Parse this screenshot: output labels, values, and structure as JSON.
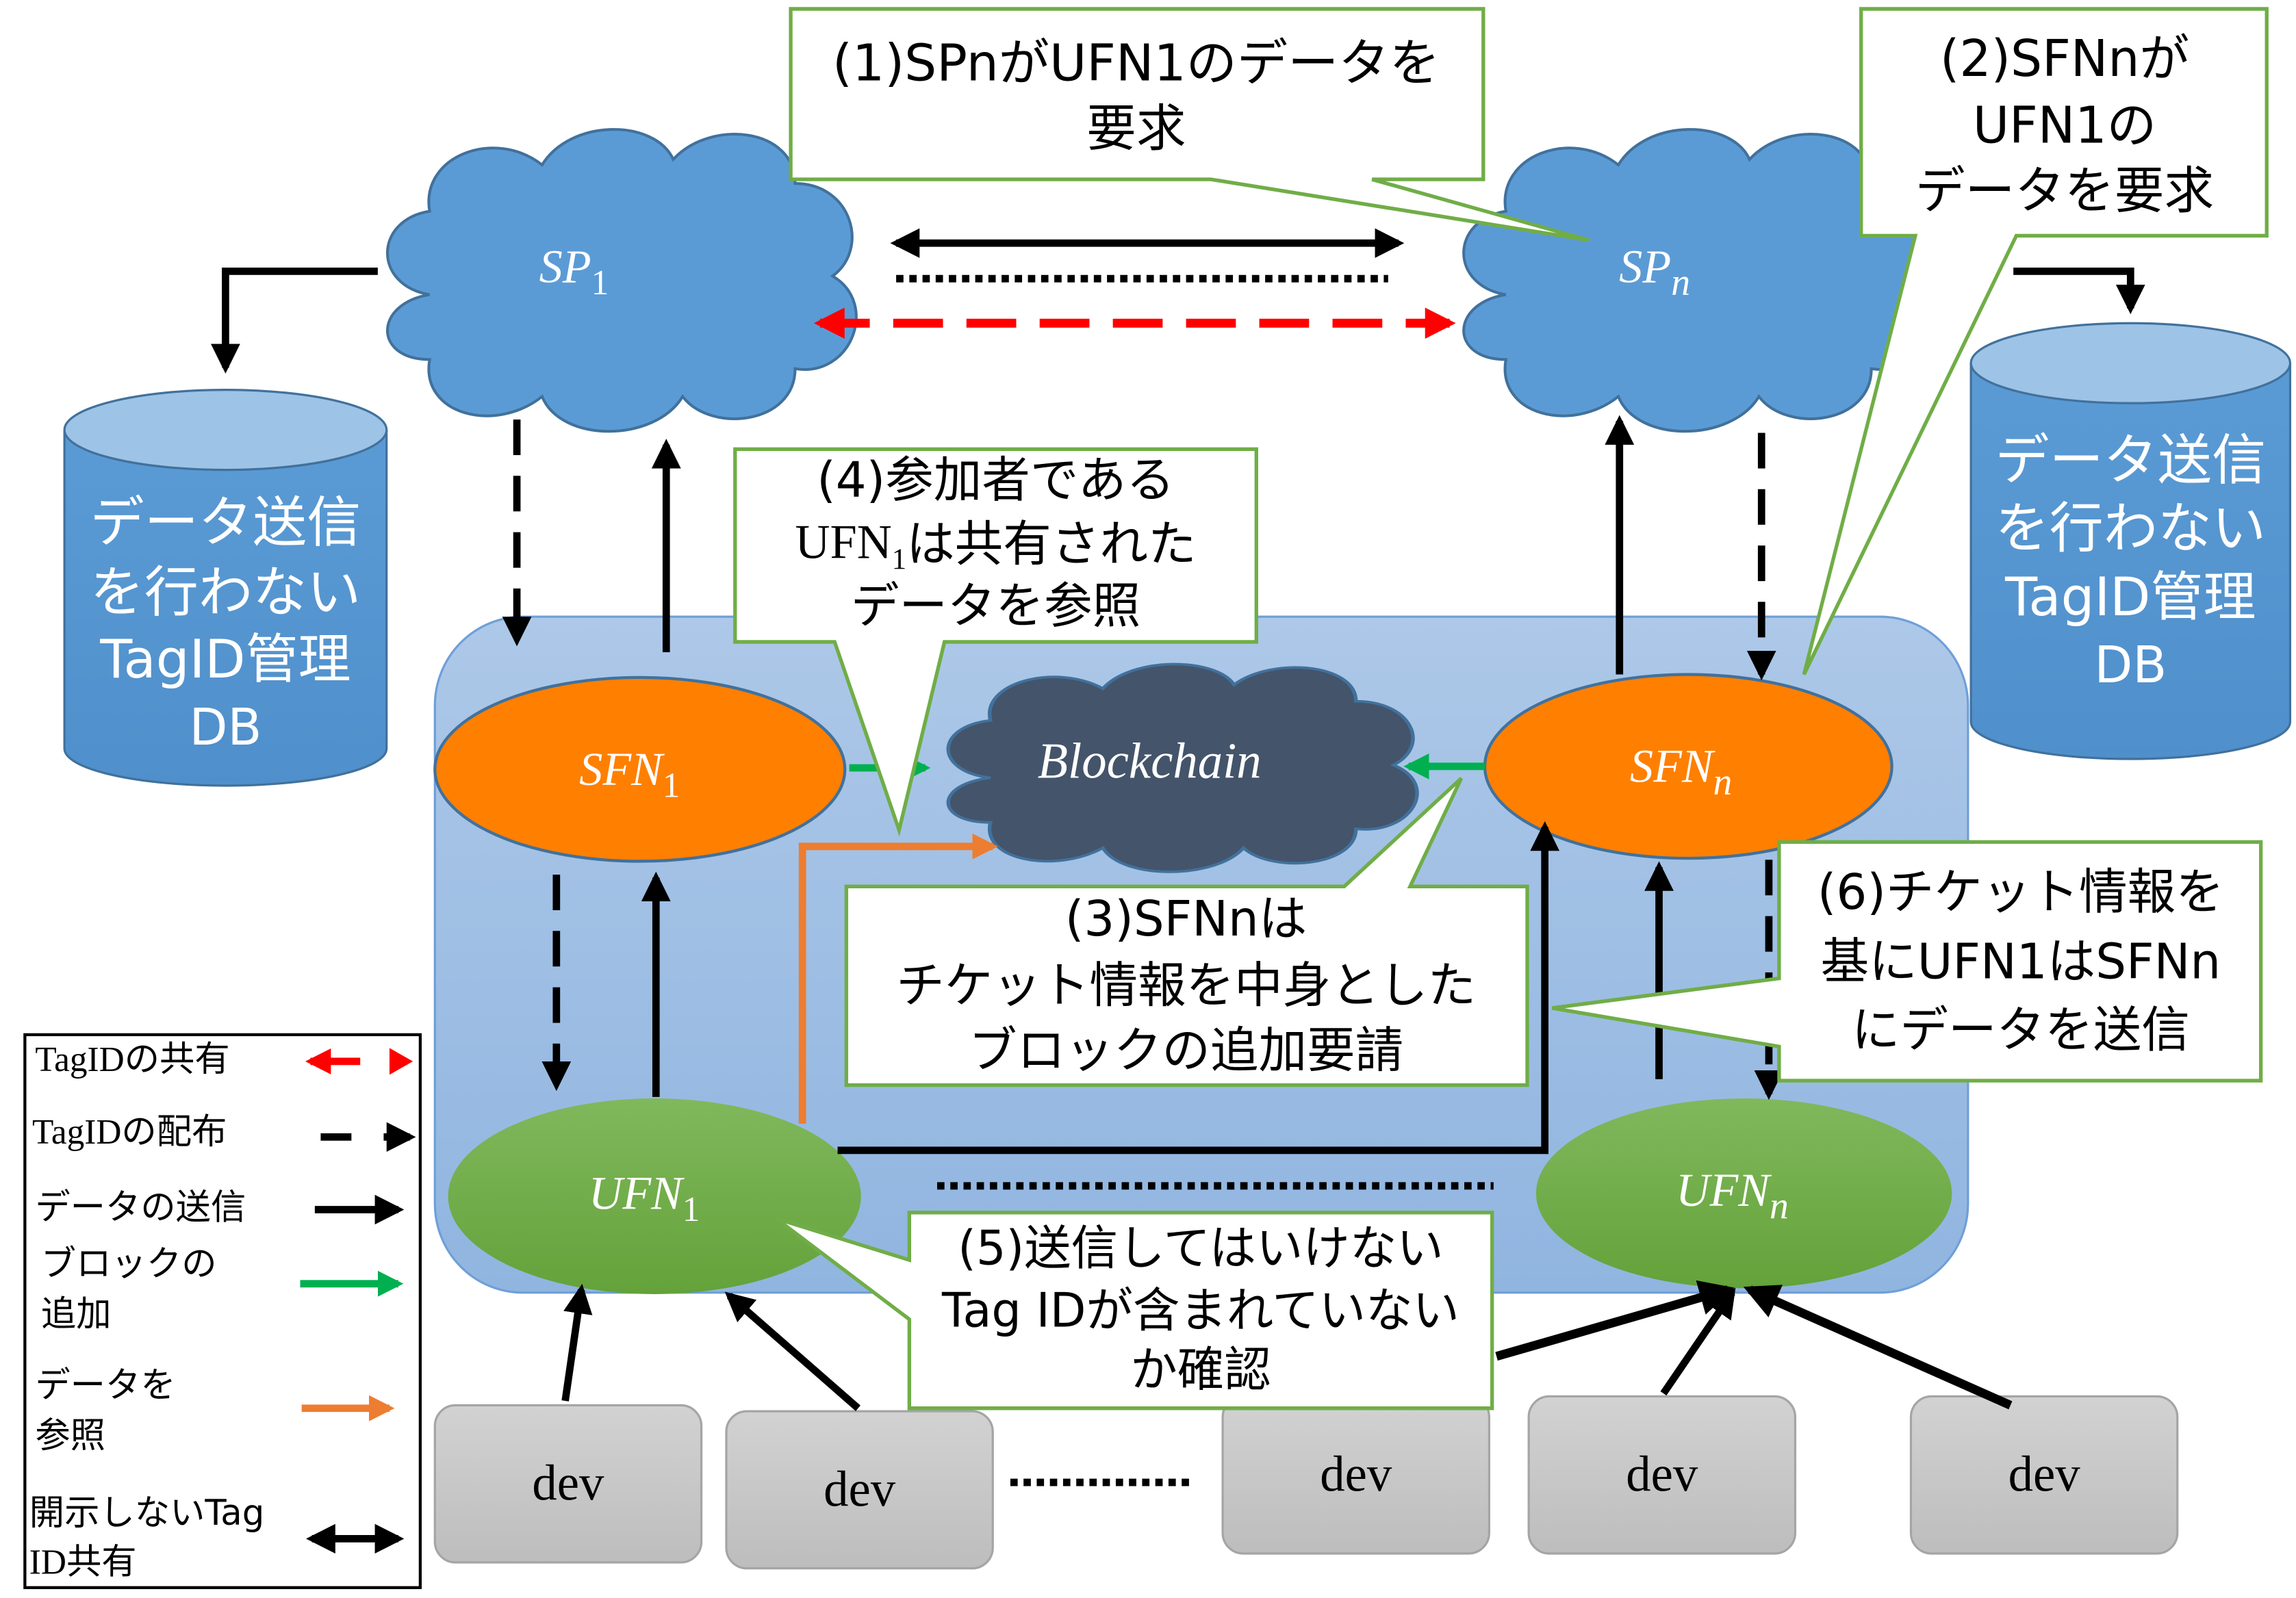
{
  "colors": {
    "cloud_blue": "#5b9bd5",
    "cloud_stroke": "#41719c",
    "blockchain_cloud": "#44546a",
    "domain_bg": "#a3c2e6",
    "sfn_orange": "#ff7f00",
    "ufn_green": "#70ad47",
    "db_blue": "#5b9bd5",
    "callout_border": "#70ad47",
    "dev_gray": "#c8c8c8",
    "red_arrow": "#ff0000",
    "green_arrow": "#00b050",
    "orange_arrow": "#ed7d31"
  },
  "nodes": {
    "sp1": {
      "main": "SP",
      "sub": "1"
    },
    "spn": {
      "main": "SP",
      "sub": "n"
    },
    "sfn1": {
      "main": "SFN",
      "sub": "1"
    },
    "sfnn": {
      "main": "SFN",
      "sub": "n"
    },
    "ufn1": {
      "main": "UFN",
      "sub": "1"
    },
    "ufnn": {
      "main": "UFN",
      "sub": "n"
    },
    "blockchain": "Blockchain"
  },
  "databases": {
    "left": {
      "lines": [
        "データ送信",
        "を行わない",
        "TagID管理",
        "DB"
      ]
    },
    "right": {
      "lines": [
        "データ送信",
        "を行わない",
        "TagID管理",
        "DB"
      ]
    }
  },
  "devices": [
    "dev",
    "dev",
    "dev",
    "dev",
    "dev"
  ],
  "callouts": {
    "c1": {
      "lines": [
        "(1)SPnがUFN1のデータを",
        "要求"
      ]
    },
    "c2": {
      "lines": [
        "(2)SFNnが",
        "UFN1の",
        "データを要求"
      ]
    },
    "c3": {
      "lines": [
        "(3)SFNnは",
        "チケット情報を中身とした",
        "ブロックの追加要請"
      ]
    },
    "c4": {
      "lines": [
        "(4)参加者である",
        "UFN",
        "1",
        "は共有された",
        "データを参照"
      ]
    },
    "c5": {
      "lines": [
        "(5)送信してはいけない",
        "Tag IDが含まれていない",
        "か確認"
      ]
    },
    "c6": {
      "lines": [
        "(6)チケット情報を",
        "基にUFN1はSFNn",
        "にデータを送信"
      ]
    }
  },
  "legend": {
    "items": [
      {
        "lines": [
          "TagIDの共有"
        ],
        "arrow": "red-dashed-double"
      },
      {
        "lines": [
          "TagIDの配布"
        ],
        "arrow": "black-dashed"
      },
      {
        "lines": [
          "データの送信"
        ],
        "arrow": "black-solid"
      },
      {
        "lines": [
          "ブロックの",
          "追加"
        ],
        "arrow": "green-solid"
      },
      {
        "lines": [
          "データを",
          "参照"
        ],
        "arrow": "orange-solid"
      },
      {
        "lines": [
          "開示しないTag",
          "ID共有"
        ],
        "arrow": "black-double"
      }
    ]
  }
}
